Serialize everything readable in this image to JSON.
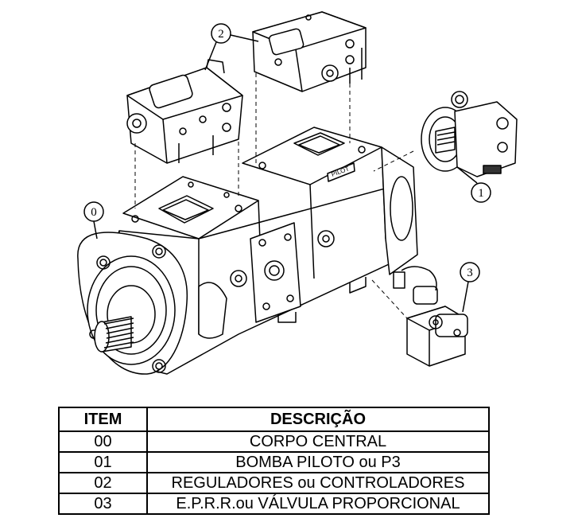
{
  "callouts": {
    "c0": "0",
    "c1": "1",
    "c2": "2",
    "c3": "3"
  },
  "table": {
    "headers": [
      "ITEM",
      "DESCRIÇÃO"
    ],
    "rows": [
      {
        "item": "00",
        "desc": "CORPO CENTRAL"
      },
      {
        "item": "01",
        "desc": "BOMBA PILOTO ou P3"
      },
      {
        "item": "02",
        "desc": "REGULADORES ou CONTROLADORES"
      },
      {
        "item": "03",
        "desc": "E.P.R.R.ou VÁLVULA PROPORCIONAL"
      }
    ]
  }
}
